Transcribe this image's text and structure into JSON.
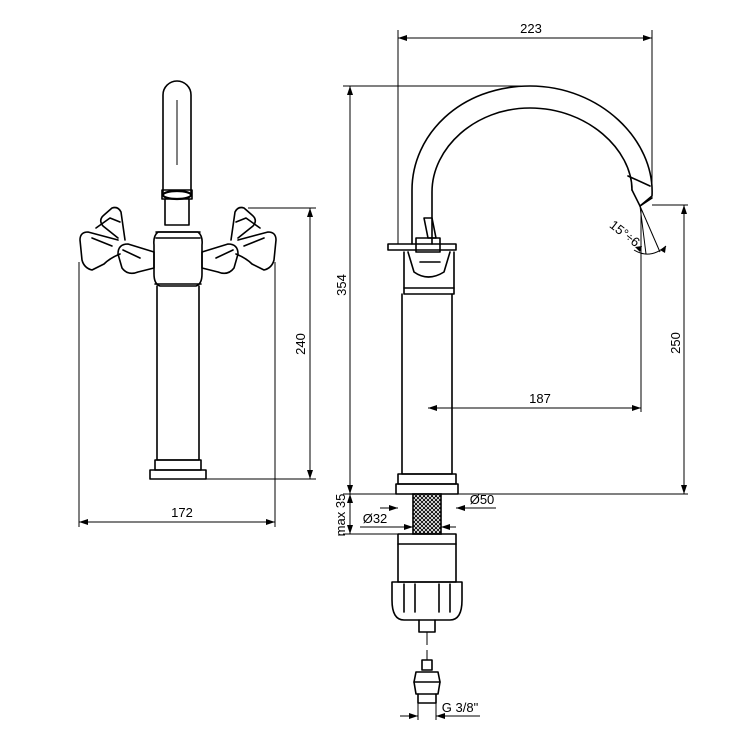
{
  "dimensions": {
    "total_width_left_view": "172",
    "height_left_view": "240",
    "spout_reach_total": "223",
    "total_height": "354",
    "spout_reach_outlet": "187",
    "outlet_height": "250",
    "spout_angle": "15°÷6",
    "max_deck_thickness": "max 35",
    "shank_diameter": "Ø32",
    "base_diameter": "Ø50",
    "connection_thread": "G 3/8\""
  }
}
